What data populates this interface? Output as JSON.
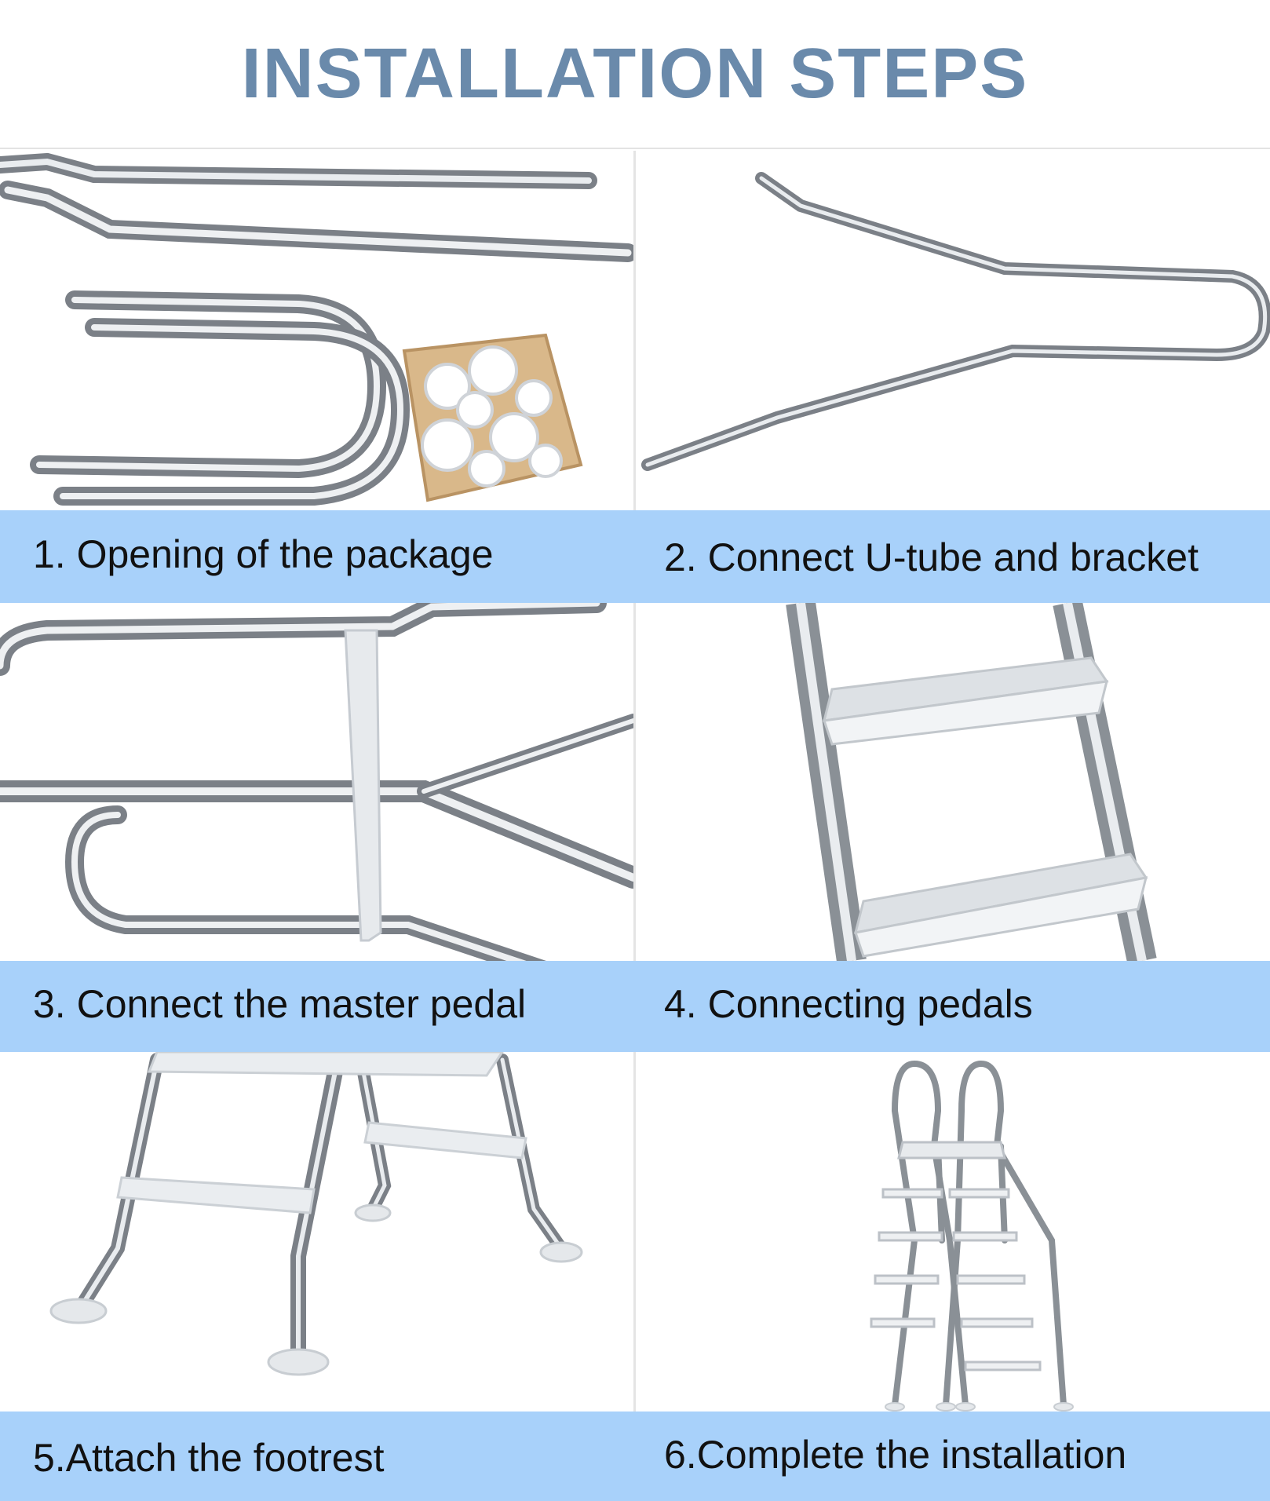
{
  "title": "INSTALLATION STEPS",
  "steps": [
    {
      "label": "1. Opening of the package",
      "image": "package-parts-image"
    },
    {
      "label": "2. Connect U-tube and bracket",
      "image": "u-tube-image"
    },
    {
      "label": "3. Connect the master pedal",
      "image": "master-pedal-image"
    },
    {
      "label": "4. Connecting pedals",
      "image": "pedals-image"
    },
    {
      "label": "5.Attach the footrest",
      "image": "footrest-image"
    },
    {
      "label": "6.Complete the installation",
      "image": "complete-ladder-image"
    }
  ],
  "colors": {
    "title": "#6a8aab",
    "band": "#a8d1fa",
    "steel": "#b9bdc2",
    "step": "#e9ecef"
  }
}
